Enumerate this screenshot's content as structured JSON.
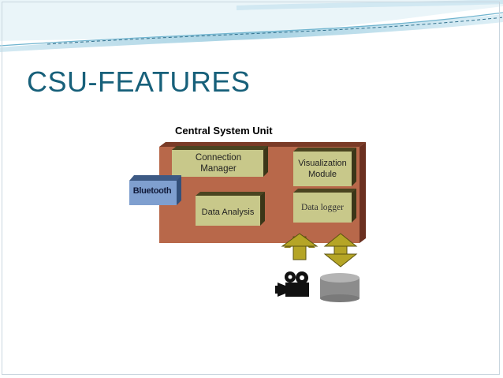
{
  "slide": {
    "title": "CSU-FEATURES"
  },
  "diagram": {
    "container_label": "Central System Unit",
    "modules": {
      "connection_manager": "Connection Manager",
      "visualization_module": "Visualization Module",
      "data_analysis": "Data Analysis",
      "data_logger": "Data logger",
      "bluetooth": "Bluetooth"
    },
    "icons": {
      "camera": "video-camera-icon",
      "database": "database-cylinder-icon"
    },
    "colors": {
      "title": "#17607a",
      "container": "#b8684a",
      "module": "#c8c88a",
      "bluetooth": "#7f9fcf",
      "arrow": "#b5a526",
      "database": "#8c8c8c"
    }
  }
}
